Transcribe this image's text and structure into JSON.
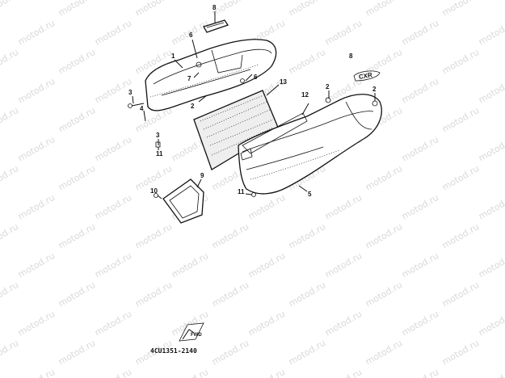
{
  "watermark": "motod.ru",
  "diagram_code": "4CU1351-2140",
  "fwd_label": "FWD",
  "emblem_text": "CXR",
  "callouts": {
    "c8_top": "8",
    "c6": "6",
    "c1": "1",
    "c7": "7",
    "c3_left": "3",
    "c4": "4",
    "c6_mid": "6",
    "c13": "13",
    "c2_left": "2",
    "c3_bottom": "3",
    "c11_left": "11",
    "c8_right": "8",
    "c2_mid": "2",
    "c2_right": "2",
    "c12": "12",
    "c9": "9",
    "c10": "10",
    "c11_bottom": "11",
    "c5": "5"
  }
}
